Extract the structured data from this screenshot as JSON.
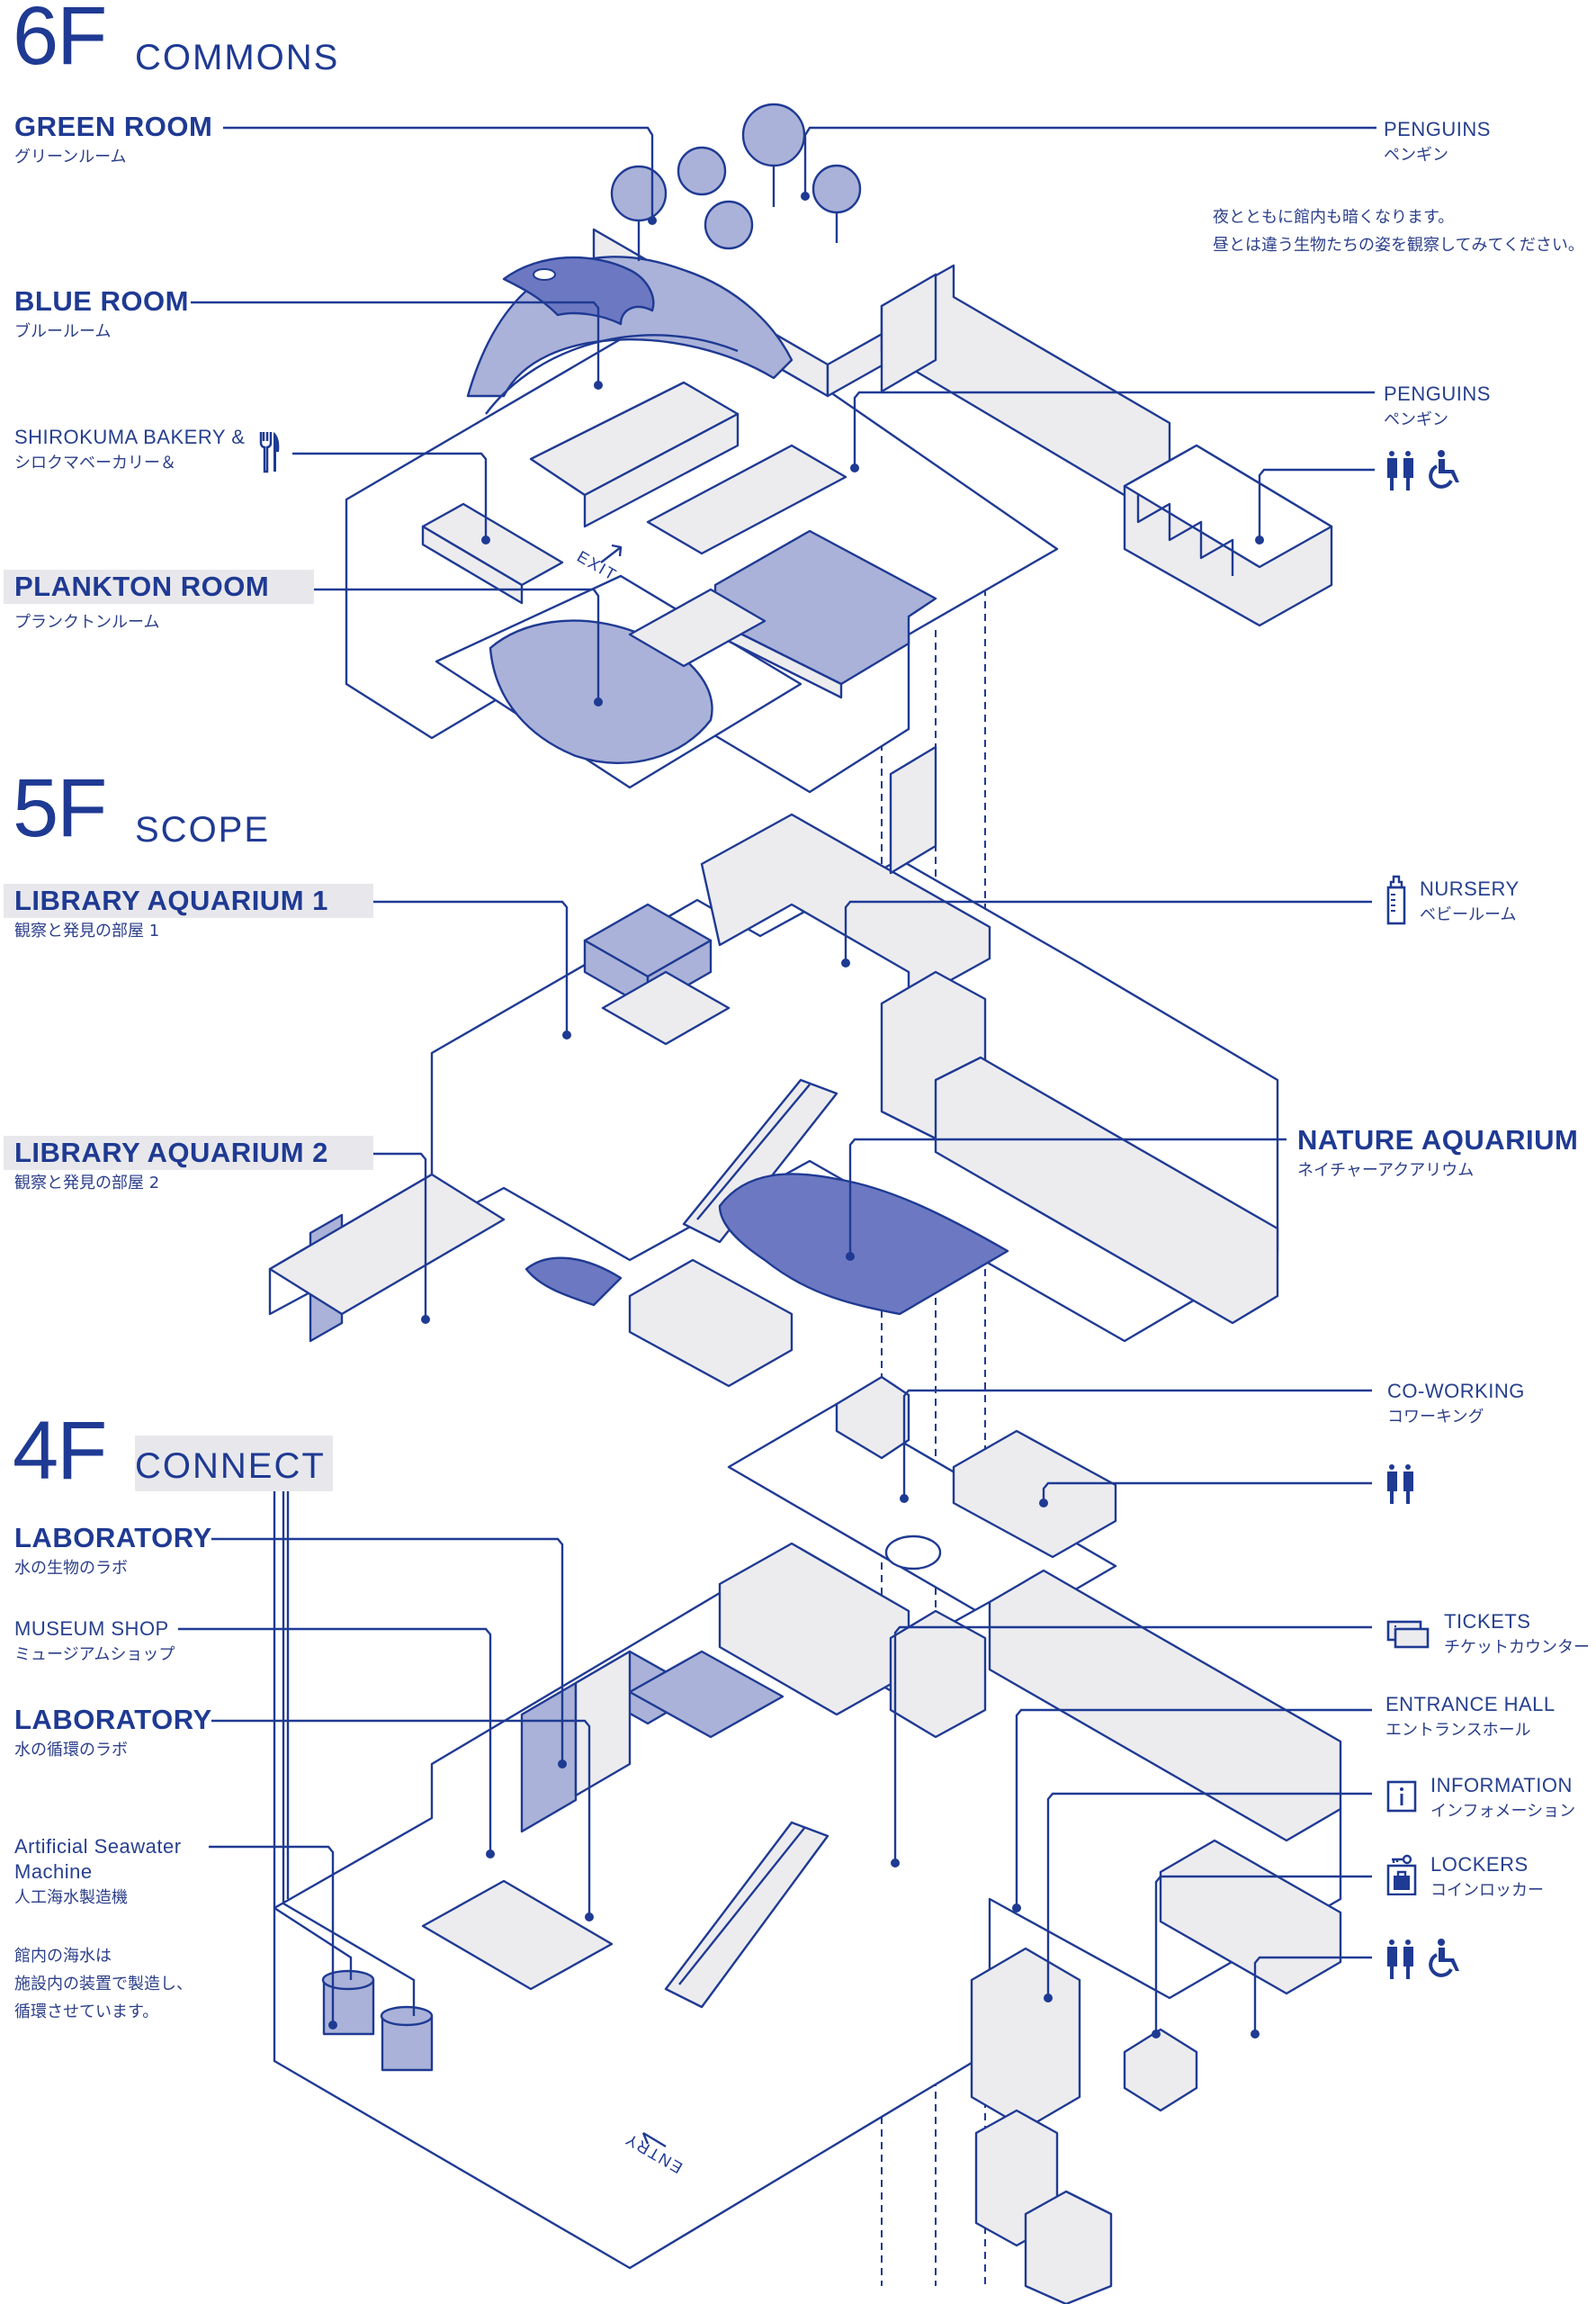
{
  "floors": [
    {
      "number": "6F",
      "name": "COMMONS",
      "left_labels": [
        {
          "en": "GREEN ROOM",
          "ja": "グリーンルーム",
          "style": "bold"
        },
        {
          "en": "BLUE ROOM",
          "ja": "ブルールーム",
          "style": "bold"
        },
        {
          "en": "SHIROKUMA BAKERY &",
          "ja": "シロクマベーカリー＆",
          "style": "regular",
          "icon": "fork-knife-icon"
        },
        {
          "en": "PLANKTON ROOM",
          "ja": "プランクトンルーム",
          "style": "bold",
          "highlighted": true
        }
      ],
      "right_labels": [
        {
          "en": "PENGUINS",
          "ja": "ペンギン"
        },
        {
          "en": "PENGUINS",
          "ja": "ペンギン"
        }
      ],
      "right_icons": [
        "restroom-icon",
        "wheelchair-icon"
      ],
      "note": [
        "夜とともに館内も暗くなります。",
        "昼とは違う生物たちの姿を観察してみてください。"
      ],
      "map_marks": {
        "exit": "EXIT"
      }
    },
    {
      "number": "5F",
      "name": "SCOPE",
      "left_labels": [
        {
          "en": "LIBRARY AQUARIUM 1",
          "ja": "観察と発見の部屋 1",
          "style": "bold",
          "highlighted": true
        },
        {
          "en": "LIBRARY AQUARIUM 2",
          "ja": "観察と発見の部屋 2",
          "style": "bold",
          "highlighted": true
        }
      ],
      "right_labels": [
        {
          "en": "NURSERY",
          "ja": "ベビールーム",
          "icon": "baby-bottle-icon"
        },
        {
          "en": "NATURE AQUARIUM",
          "ja": "ネイチャーアクアリウム",
          "style": "bold"
        },
        {
          "en": "CO-WORKING",
          "ja": "コワーキング"
        }
      ],
      "right_icons": [
        "restroom-icon"
      ]
    },
    {
      "number": "4F",
      "name": "CONNECT",
      "left_labels": [
        {
          "en": "LABORATORY",
          "ja": "水の生物のラボ",
          "style": "bold"
        },
        {
          "en": "MUSEUM SHOP",
          "ja": "ミュージアムショップ",
          "style": "regular"
        },
        {
          "en": "LABORATORY",
          "ja": "水の循環のラボ",
          "style": "bold"
        },
        {
          "en_lines": [
            "Artificial Seawater",
            "Machine"
          ],
          "ja": "人工海水製造機",
          "style": "regular"
        }
      ],
      "note": [
        "館内の海水は",
        "施設内の装置で製造し、",
        "循環させています。"
      ],
      "right_labels": [
        {
          "en": "TICKETS",
          "ja": "チケットカウンター",
          "icon": "ticket-icon"
        },
        {
          "en": "ENTRANCE HALL",
          "ja": "エントランスホール"
        },
        {
          "en": "INFORMATION",
          "ja": "インフォメーション",
          "icon": "info-icon"
        },
        {
          "en": "LOCKERS",
          "ja": "コインロッカー",
          "icon": "locker-icon"
        }
      ],
      "right_icons": [
        "restroom-icon",
        "wheelchair-icon"
      ],
      "map_marks": {
        "entry": "ENTRY"
      }
    }
  ],
  "colors": {
    "ink": "#1f3a93",
    "wall_fill": "#ececef",
    "water_mid": "#aab2d9",
    "water_dark": "#6c79c2",
    "label_highlight": "#e8e8ec"
  }
}
